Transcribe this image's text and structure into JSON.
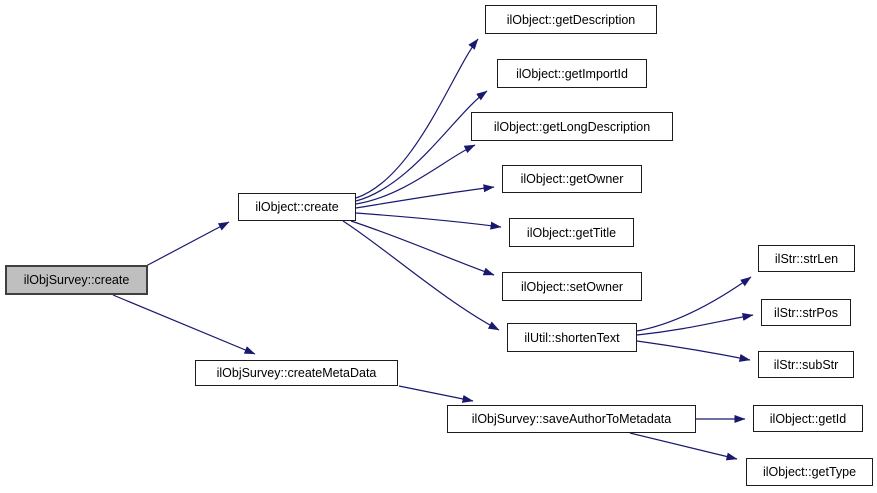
{
  "diagram": {
    "type": "call-graph",
    "background_color": "#ffffff",
    "edge_color": "#191970",
    "node_fill_color": "#ffffff",
    "node_border_color": "#1c1c1c",
    "highlight_node_fill_color": "#bfbfbf",
    "text_color": "#000000",
    "nodes": [
      {
        "id": "survey-create",
        "label": "ilObjSurvey::create",
        "highlighted": true
      },
      {
        "id": "object-create",
        "label": "ilObject::create"
      },
      {
        "id": "get-description",
        "label": "ilObject::getDescription"
      },
      {
        "id": "get-import-id",
        "label": "ilObject::getImportId"
      },
      {
        "id": "get-long-description",
        "label": "ilObject::getLongDescription"
      },
      {
        "id": "get-owner",
        "label": "ilObject::getOwner"
      },
      {
        "id": "get-title",
        "label": "ilObject::getTitle"
      },
      {
        "id": "set-owner",
        "label": "ilObject::setOwner"
      },
      {
        "id": "shorten-text",
        "label": "ilUtil::shortenText"
      },
      {
        "id": "str-len",
        "label": "ilStr::strLen"
      },
      {
        "id": "str-pos",
        "label": "ilStr::strPos"
      },
      {
        "id": "sub-str",
        "label": "ilStr::subStr"
      },
      {
        "id": "create-meta-data",
        "label": "ilObjSurvey::createMetaData"
      },
      {
        "id": "save-author",
        "label": "ilObjSurvey::saveAuthorToMetadata"
      },
      {
        "id": "get-id",
        "label": "ilObject::getId"
      },
      {
        "id": "get-type",
        "label": "ilObject::getType"
      }
    ],
    "edges": [
      {
        "from": "ilObjSurvey::create",
        "to": "ilObject::create"
      },
      {
        "from": "ilObjSurvey::create",
        "to": "ilObjSurvey::createMetaData"
      },
      {
        "from": "ilObject::create",
        "to": "ilObject::getDescription"
      },
      {
        "from": "ilObject::create",
        "to": "ilObject::getImportId"
      },
      {
        "from": "ilObject::create",
        "to": "ilObject::getLongDescription"
      },
      {
        "from": "ilObject::create",
        "to": "ilObject::getOwner"
      },
      {
        "from": "ilObject::create",
        "to": "ilObject::getTitle"
      },
      {
        "from": "ilObject::create",
        "to": "ilObject::setOwner"
      },
      {
        "from": "ilObject::create",
        "to": "ilUtil::shortenText"
      },
      {
        "from": "ilUtil::shortenText",
        "to": "ilStr::strLen"
      },
      {
        "from": "ilUtil::shortenText",
        "to": "ilStr::strPos"
      },
      {
        "from": "ilUtil::shortenText",
        "to": "ilStr::subStr"
      },
      {
        "from": "ilObjSurvey::createMetaData",
        "to": "ilObjSurvey::saveAuthorToMetadata"
      },
      {
        "from": "ilObjSurvey::saveAuthorToMetadata",
        "to": "ilObject::getId"
      },
      {
        "from": "ilObjSurvey::saveAuthorToMetadata",
        "to": "ilObject::getType"
      }
    ]
  }
}
